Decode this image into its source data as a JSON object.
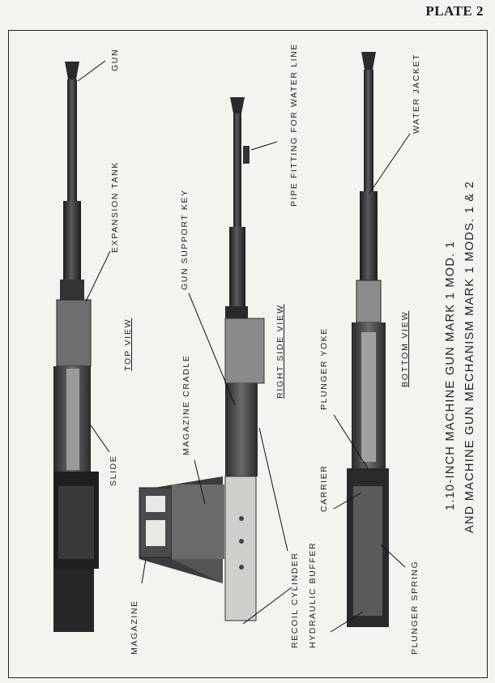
{
  "header": {
    "plate": "PLATE 2"
  },
  "title": {
    "line1": "1.10-INCH MACHINE GUN MARK 1 MOD. 1",
    "line2": "AND MACHINE GUN MECHANISM MARK 1 MODS. 1 & 2"
  },
  "views": {
    "top": "TOP VIEW",
    "right_side": "RIGHT SIDE VIEW",
    "bottom": "BOTTOM VIEW"
  },
  "callouts": {
    "gun": "GUN",
    "expansion_tank": "EXPANSION TANK",
    "slide": "SLIDE",
    "magazine": "MAGAZINE",
    "gun_support_key": "GUN SUPPORT KEY",
    "magazine_cradle": "MAGAZINE CRADLE",
    "pipe_fitting": "PIPE FITTING FOR WATER LINE",
    "recoil_cylinder": "RECOIL CYLINDER",
    "hydraulic_buffer": "HYDRAULIC BUFFER",
    "water_jacket": "WATER JACKET",
    "plunger_yoke": "PLUNGER YOKE",
    "carrier": "CARRIER",
    "plunger_spring": "PLUNGER SPRING"
  }
}
